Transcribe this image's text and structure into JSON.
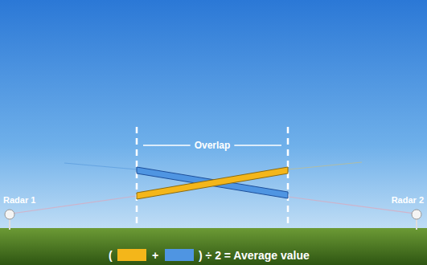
{
  "diagram": {
    "labels": [
      "Radar 1",
      "Radar 2",
      "Overlap",
      "(",
      "+",
      ") ÷ 2 = Average value"
    ]
  }
}
